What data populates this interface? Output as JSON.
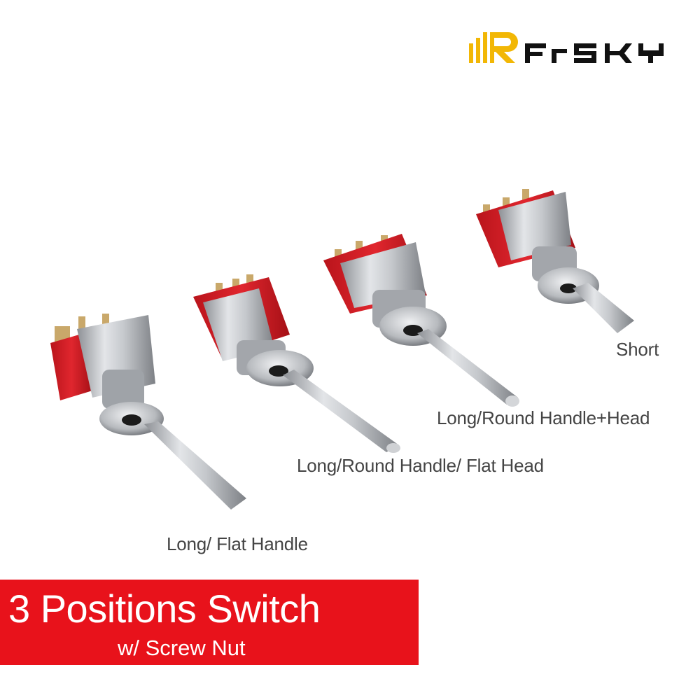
{
  "brand": {
    "logo_text": "FrSKY",
    "logo_accent_color": "#f2b705",
    "logo_text_color": "#111111"
  },
  "products": [
    {
      "label": "Long/ Flat Handle",
      "handle": "flat-long"
    },
    {
      "label": "Long/Round Handle/ Flat Head",
      "handle": "round-long-flat-head"
    },
    {
      "label": "Long/Round Handle+Head",
      "handle": "round-long-round-head"
    },
    {
      "label": "Short",
      "handle": "flat-short"
    }
  ],
  "banner": {
    "title": "3 Positions Switch",
    "subtitle": "w/ Screw Nut",
    "background_color": "#e8121b"
  },
  "colors": {
    "switch_body_red": "#d8222a",
    "metal": "#b9bcc0"
  }
}
